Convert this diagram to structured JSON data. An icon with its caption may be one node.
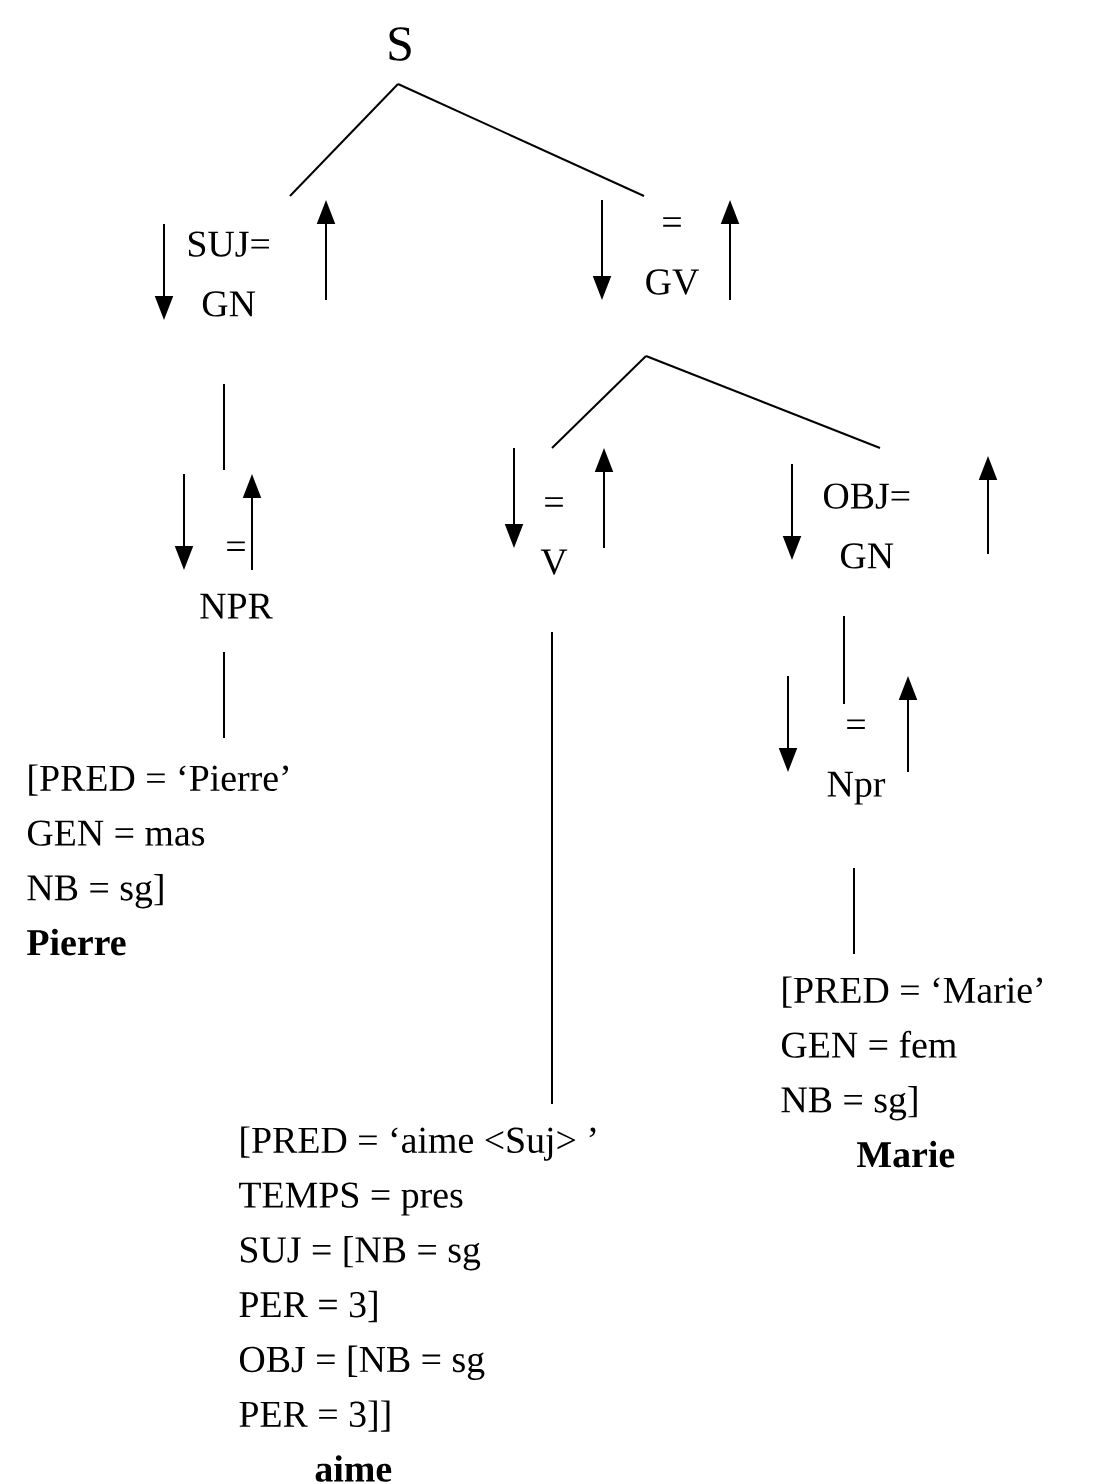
{
  "diagram": {
    "nodes": [
      {
        "text": [
          "S"
        ]
      },
      {
        "text": [
          "SUJ=",
          "GN"
        ]
      },
      {
        "text": [
          "=",
          "GV"
        ]
      },
      {
        "text": [
          "=",
          "NPR"
        ]
      },
      {
        "text": [
          "=",
          "V"
        ]
      },
      {
        "text": [
          "OBJ=",
          "GN"
        ]
      },
      {
        "text": [
          "=",
          "Npr"
        ]
      },
      {
        "text": [
          "[PRED = ‘Pierre’",
          "GEN = mas",
          "NB = sg]",
          "Pierre"
        ]
      },
      {
        "text": [
          "[PRED = ‘aime <Suj> ’",
          "TEMPS = pres",
          "SUJ = [NB = sg",
          "PER = 3]",
          "OBJ = [NB = sg",
          "PER = 3]]",
          "aime"
        ]
      },
      {
        "text": [
          "[PRED = ‘Marie’",
          "GEN = fem",
          "NB = sg]",
          "Marie"
        ]
      }
    ],
    "edges": [
      {
        "from": 0,
        "to": 1,
        "arrow": "none"
      },
      {
        "from": 0,
        "to": 2,
        "arrow": "none"
      },
      {
        "from": 1,
        "to": 3,
        "arrow": "none"
      },
      {
        "from": 2,
        "to": 4,
        "arrow": "none"
      },
      {
        "from": 2,
        "to": 5,
        "arrow": "none"
      },
      {
        "from": 5,
        "to": 6,
        "arrow": "none"
      },
      {
        "from": 3,
        "to": 7,
        "arrow": "none"
      },
      {
        "from": 4,
        "to": 8,
        "arrow": "none"
      },
      {
        "from": 6,
        "to": 9,
        "arrow": "none"
      }
    ]
  }
}
